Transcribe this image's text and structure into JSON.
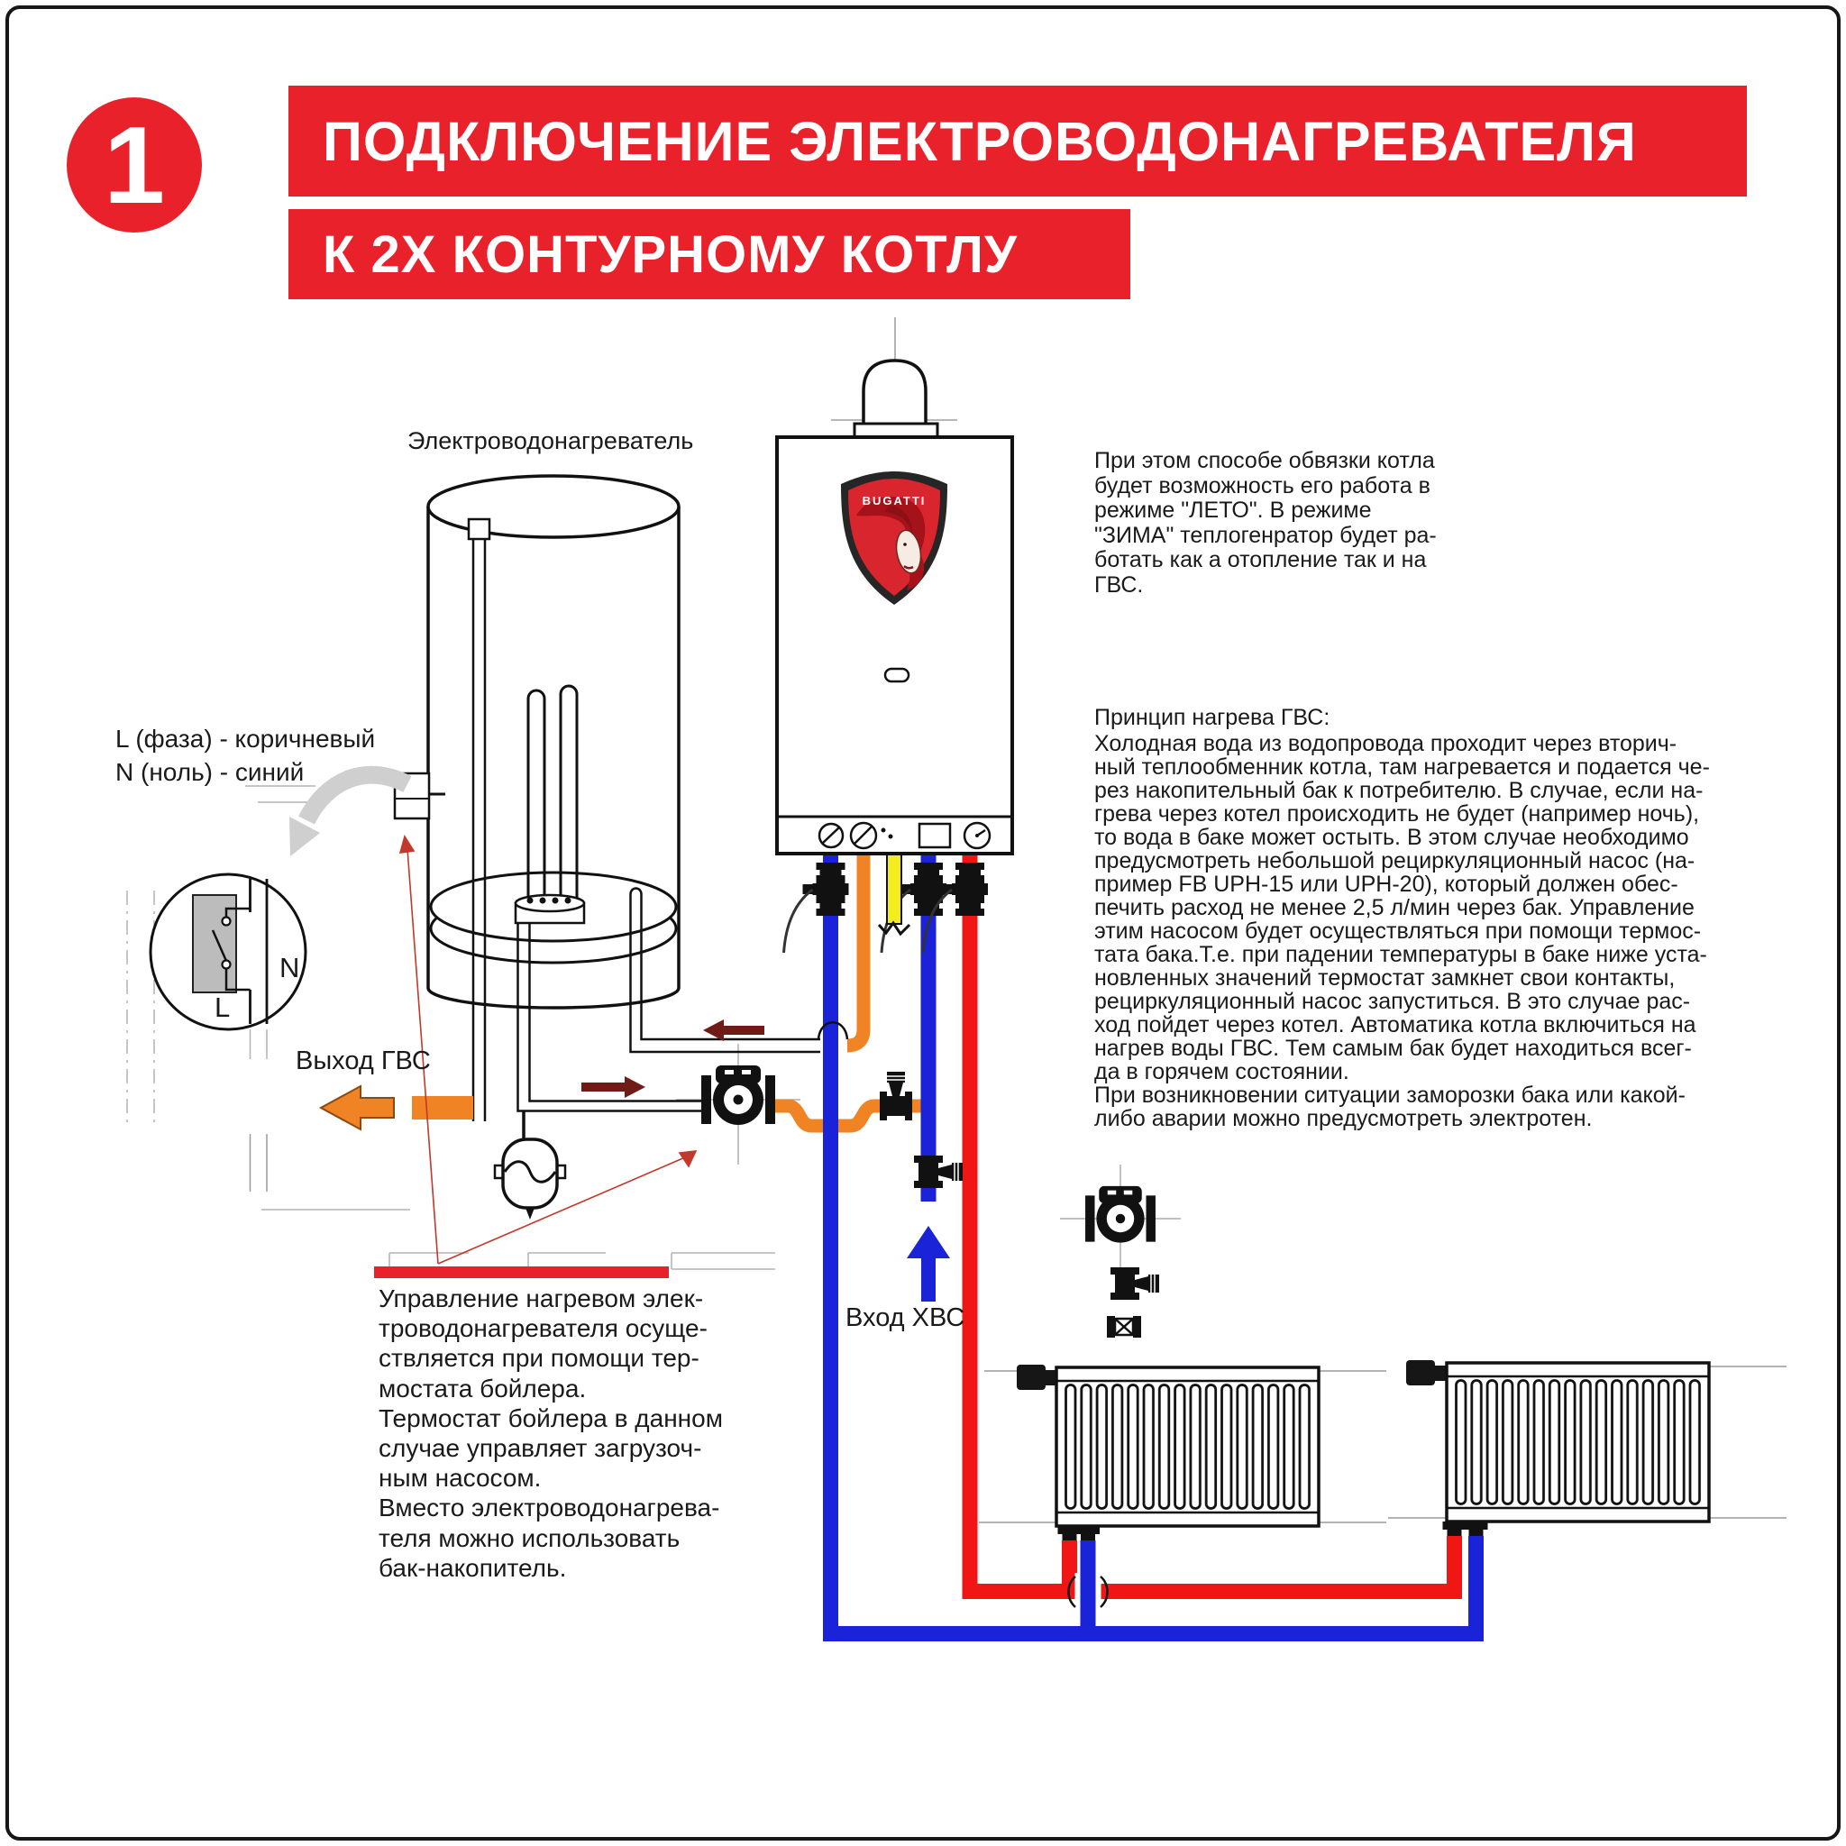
{
  "header": {
    "step_number": "1",
    "title_line1": "ПОДКЛЮЧЕНИЕ ЭЛЕКТРОВОДОНАГРЕВАТЕЛЯ",
    "title_line2": "К 2Х КОНТУРНОМУ КОТЛУ",
    "banner_color": "#e8212b"
  },
  "diagram": {
    "labels": {
      "water_heater": "Электроводонагреватель",
      "phase_wire": "L (фаза) - коричневый",
      "neutral_wire": "N (ноль) - синий",
      "dhw_out": "Выход ГВС",
      "cold_water_in": "Вход ХВС",
      "terminal_n": "N",
      "terminal_l": "L",
      "boiler_brand": "BUGATTI"
    },
    "colors": {
      "hot_pipe_red": "#f01616",
      "cold_pipe_blue": "#1a23d8",
      "dhw_pipe_orange": "#f08424",
      "gas_pipe_yellow": "#f4ec1c",
      "flow_arrow_dark_red": "#701b15",
      "accent_red": "#e8212b"
    }
  },
  "notes": {
    "right_intro": "При этом способе обвязки котла\nбудет возможность его работа в\nрежиме \"ЛЕТО\". В режиме\n\"ЗИМА\" теплогенратор будет ра-\nботать как а отопление так и на\nГВС.",
    "right_heading": "Принцип нагрева ГВС:",
    "right_body": "Холодная вода из водопровода проходит через вторич-\nный теплообменник котла, там нагревается и подается че-\nрез накопительный бак к потребителю. В случае, если на-\nгрева через котел происходить не будет (например ночь),\nто вода в баке может остыть. В этом случае необходимо\nпредусмотреть небольшой рециркуляционный насос (на-\nпример FB UPH-15 или UPH-20), который должен обес-\nпечить расход не менее 2,5 л/мин через бак. Управление\nэтим насосом будет осуществляться при помощи термос-\nтата бака.Т.е. при падении температуры в баке ниже уста-\nновленных значений термостат замкнет свои контакты,\nрециркуляционный насос запуститься. В это случае рас-\nход пойдет через котел. Автоматика котла включиться на\nнагрев воды ГВС. Тем самым бак будет находиться всег-\nда в горячем состоянии.\nПри возникновении ситуации заморозки бака или какой-\nлибо аварии можно предусмотреть электротен.",
    "left_note": "Управление нагревом элек-\nтроводонагревателя осуще-\nствляется при помощи тер-\nмостата бойлера.\nТермостат бойлера в данном\nслучае управляет загрузоч-\nным насосом.\nВместо электроводонагрева-\nтеля можно использовать\nбак-накопитель."
  }
}
